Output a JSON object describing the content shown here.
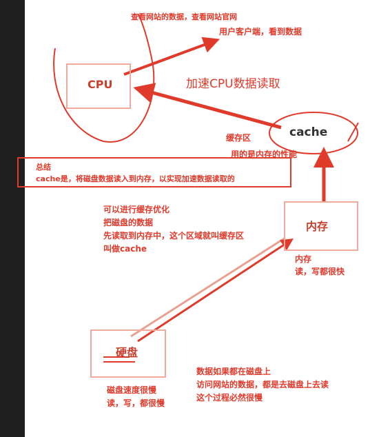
{
  "nodes": {
    "cpu": "CPU",
    "cache": "cache",
    "memory": "内存",
    "disk": "硬盘"
  },
  "notes": {
    "top_line1": "查看网站的数据，查看网站官网",
    "top_line2": "用户客户端，看到数据",
    "accel": "加速CPU数据读取",
    "cache_area": "缓存区",
    "cache_uses_memory": "用的是内存的性能",
    "summary_title": "总结",
    "summary_body": "cache是，将磁盘数据读入到内存，以实现加速数据读取的",
    "optimize_lines": [
      "可以进行缓存优化",
      "把磁盘的数据",
      "先读取到内存中，这个区域就叫缓存区",
      "叫做cache"
    ],
    "memory_title": "内存",
    "memory_speed": "读，写都很快",
    "disk_speed_lines": [
      "磁盘速度很慢",
      "读，写，都很慢"
    ],
    "disk_access_lines": [
      "数据如果都在磁盘上",
      "访问网站的数据，都是去磁盘上去读",
      "这个过程必然很慢"
    ]
  },
  "colors": {
    "ink": "#e03a2b",
    "box_border": "#f0a99a",
    "label_text": "#c8402e",
    "sidebar": "#1f1f1f"
  }
}
